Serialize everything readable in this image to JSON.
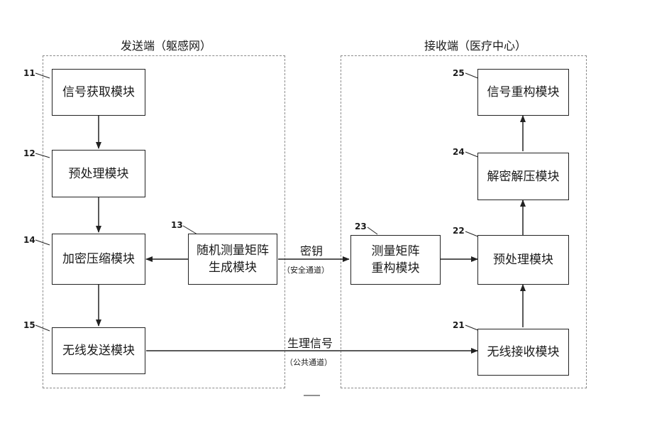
{
  "sender": {
    "title": "发送端（躯感网）",
    "modules": [
      {
        "id": "11",
        "label": "信号获取模块"
      },
      {
        "id": "12",
        "label": "预处理模块"
      },
      {
        "id": "14",
        "label": "加密压缩模块"
      },
      {
        "id": "15",
        "label": "无线发送模块"
      },
      {
        "id": "13",
        "label": "随机测量矩阵\n生成模块"
      }
    ]
  },
  "receiver": {
    "title": "接收端（医疗中心）",
    "modules": [
      {
        "id": "25",
        "label": "信号重构模块"
      },
      {
        "id": "24",
        "label": "解密解压模块"
      },
      {
        "id": "22",
        "label": "预处理模块"
      },
      {
        "id": "21",
        "label": "无线接收模块"
      },
      {
        "id": "23",
        "label": "测量矩阵\n重构模块"
      }
    ]
  },
  "links": {
    "key_label": "密钥",
    "key_channel": "（安全通道）",
    "signal_label": "生理信号",
    "signal_channel": "（公共通道）"
  }
}
